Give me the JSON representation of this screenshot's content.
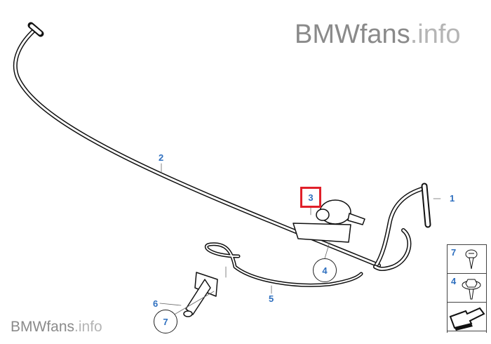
{
  "watermark": {
    "brand": "BMWfans",
    "suffix": ".info"
  },
  "callouts": {
    "c1": "1",
    "c2": "2",
    "c3": "3",
    "c4": "4",
    "c5": "5",
    "c6": "6",
    "c7": "7"
  },
  "legend": {
    "row1": "7",
    "row2": "4"
  },
  "colors": {
    "callout": "#2e6fbf",
    "highlight": "#e0202a"
  }
}
